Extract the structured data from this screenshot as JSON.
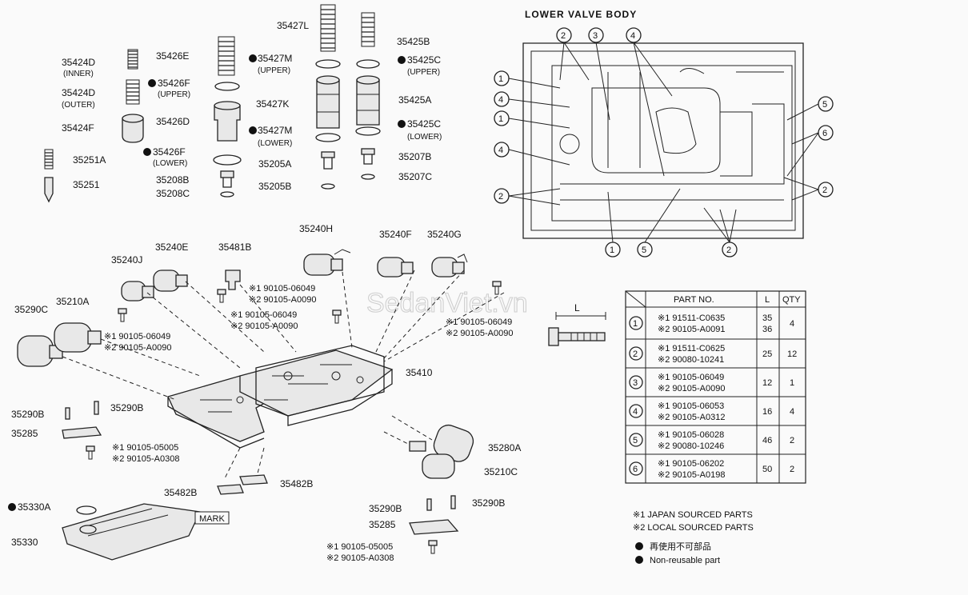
{
  "watermark": "SedanViet.vn",
  "lower_valve_body": {
    "title": "LOWER  VALVE  BODY",
    "callouts": [
      "1",
      "2",
      "3",
      "4",
      "5",
      "6"
    ]
  },
  "parts": {
    "p35424D_inner": "35424D",
    "p35424D_inner_note": "(INNER)",
    "p35424D_outer": "35424D",
    "p35424D_outer_note": "(OUTER)",
    "p35424F": "35424F",
    "p35426E": "35426E",
    "p35426F_upper": "35426F",
    "p35426F_upper_note": "(UPPER)",
    "p35426D": "35426D",
    "p35426F_lower": "35426F",
    "p35426F_lower_note": "(LOWER)",
    "p35427L": "35427L",
    "p35427M_upper": "35427M",
    "p35427M_upper_note": "(UPPER)",
    "p35427K": "35427K",
    "p35427M_lower": "35427M",
    "p35427M_lower_note": "(LOWER)",
    "p35205A": "35205A",
    "p35205B": "35205B",
    "p35425B": "35425B",
    "p35425C_upper": "35425C",
    "p35425C_upper_note": "(UPPER)",
    "p35425A": "35425A",
    "p35425C_lower": "35425C",
    "p35425C_lower_note": "(LOWER)",
    "p35207B": "35207B",
    "p35207C": "35207C",
    "p35251A": "35251A",
    "p35251": "35251",
    "p35208B": "35208B",
    "p35208C": "35208C",
    "p35240H": "35240H",
    "p35240F": "35240F",
    "p35240G": "35240G",
    "p35240J": "35240J",
    "p35240E": "35240E",
    "p35481B": "35481B",
    "p35290C": "35290C",
    "p35210A": "35210A",
    "p35410": "35410",
    "p35290B_a": "35290B",
    "p35290B_b": "35290B",
    "p35285_a": "35285",
    "p35280A": "35280A",
    "p35210C": "35210C",
    "p35482B_a": "35482B",
    "p35482B_b": "35482B",
    "p35330A": "35330A",
    "p35330": "35330",
    "mark": "MARK",
    "p35290B_c": "35290B",
    "p35290B_d": "35290B",
    "p35285_b": "35285"
  },
  "bolt_notes": {
    "n1_1": "※1 90105-06049",
    "n1_2": "※2 90105-A0090",
    "n2_1": "※1 90105-06049",
    "n2_2": "※2 90105-A0090",
    "n3_1": "※1 90105-06049",
    "n3_2": "※2 90105-A0090",
    "n4_1": "※1 90105-06049",
    "n4_2": "※2 90105-A0090",
    "n5_1": "※1 90105-05005",
    "n5_2": "※2 90105-A0308",
    "n6_1": "※1 90105-05005",
    "n6_2": "※2 90105-A0308"
  },
  "bolt_dim_label": "L",
  "table": {
    "headers": [
      "PART NO.",
      "L",
      "QTY"
    ],
    "rows": [
      {
        "key": "1",
        "p1": "※1 91511-C0635",
        "p2": "※2 90105-A0091",
        "l1": "35",
        "l2": "36",
        "qty": "4"
      },
      {
        "key": "2",
        "p1": "※1 91511-C0625",
        "p2": "※2 90080-10241",
        "l1": "25",
        "l2": "",
        "qty": "12"
      },
      {
        "key": "3",
        "p1": "※1 90105-06049",
        "p2": "※2 90105-A0090",
        "l1": "12",
        "l2": "",
        "qty": "1"
      },
      {
        "key": "4",
        "p1": "※1 90105-06053",
        "p2": "※2 90105-A0312",
        "l1": "16",
        "l2": "",
        "qty": "4"
      },
      {
        "key": "5",
        "p1": "※1 90105-06028",
        "p2": "※2 90080-10246",
        "l1": "46",
        "l2": "",
        "qty": "2"
      },
      {
        "key": "6",
        "p1": "※1 90105-06202",
        "p2": "※2 90105-A0198",
        "l1": "50",
        "l2": "",
        "qty": "2"
      }
    ]
  },
  "legend": {
    "japan": "※1 JAPAN SOURCED PARTS",
    "local": "※2 LOCAL SOURCED PARTS",
    "nonreuse_jp": "再使用不可部品",
    "nonreuse_en": "Non-reusable part"
  }
}
